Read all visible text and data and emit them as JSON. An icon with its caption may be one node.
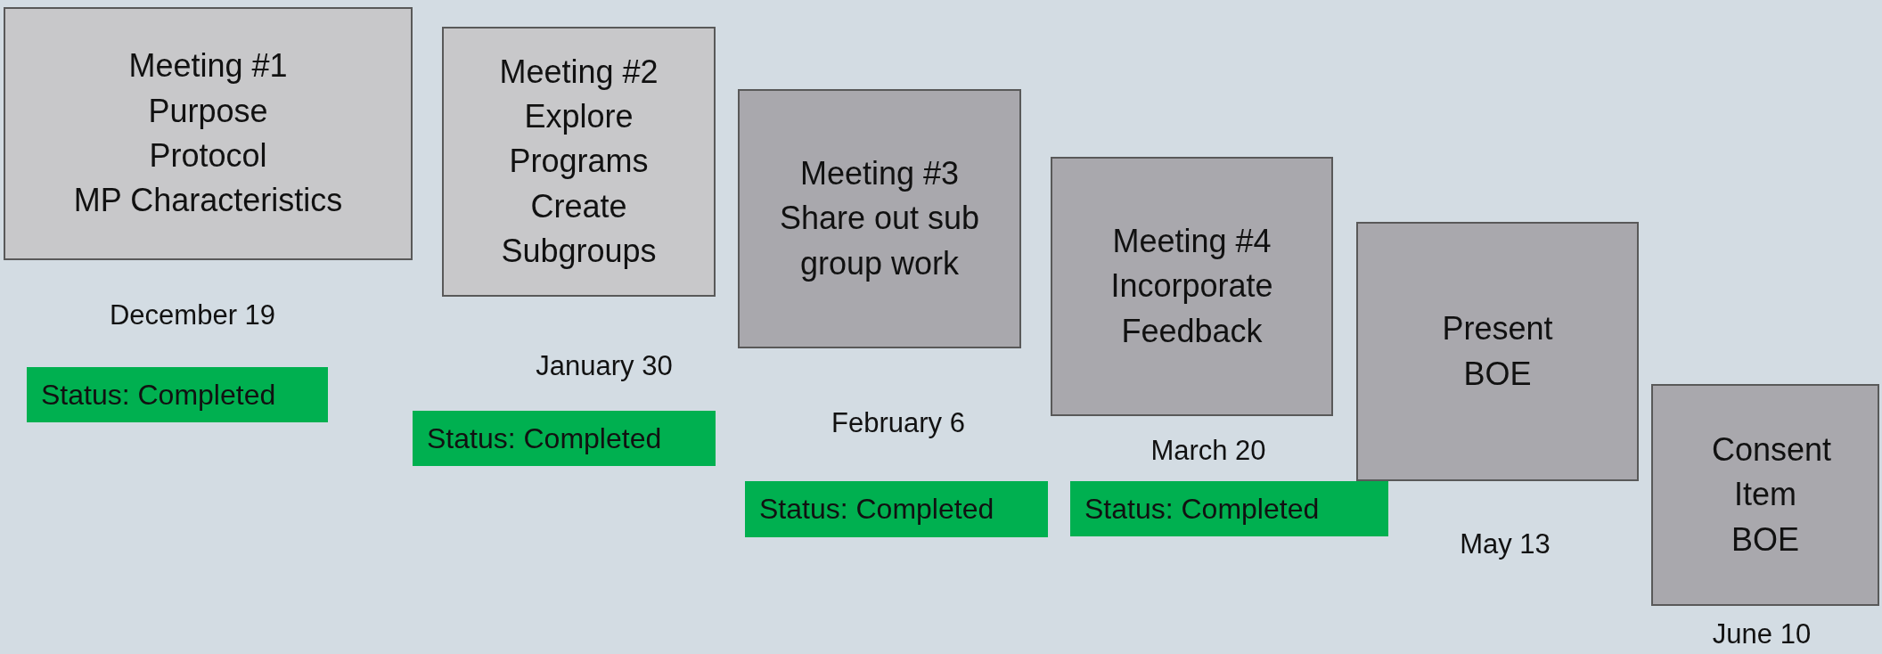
{
  "diagram": {
    "nodes": [
      {
        "text": [
          "Meeting #1",
          "Purpose",
          "Protocol",
          "MP Characteristics"
        ]
      },
      {
        "text": [
          "Meeting #2",
          "Explore Programs",
          "Create Subgroups"
        ]
      },
      {
        "text": [
          "Meeting #3",
          "Share out sub group work"
        ]
      },
      {
        "text": [
          "Meeting #4",
          "Incorporate Feedback"
        ]
      },
      {
        "text": [
          "Present BOE"
        ]
      },
      {
        "text": [
          "Consent Item BOE"
        ]
      },
      {
        "text": [
          "Status: Completed"
        ]
      },
      {
        "text": [
          "Status: Completed"
        ]
      },
      {
        "text": [
          "Status: Completed"
        ]
      },
      {
        "text": [
          "Status: Completed"
        ]
      }
    ],
    "labels": [
      "December 19",
      "January 30",
      "February 6",
      "March 20",
      "May 13",
      "June 10"
    ]
  }
}
